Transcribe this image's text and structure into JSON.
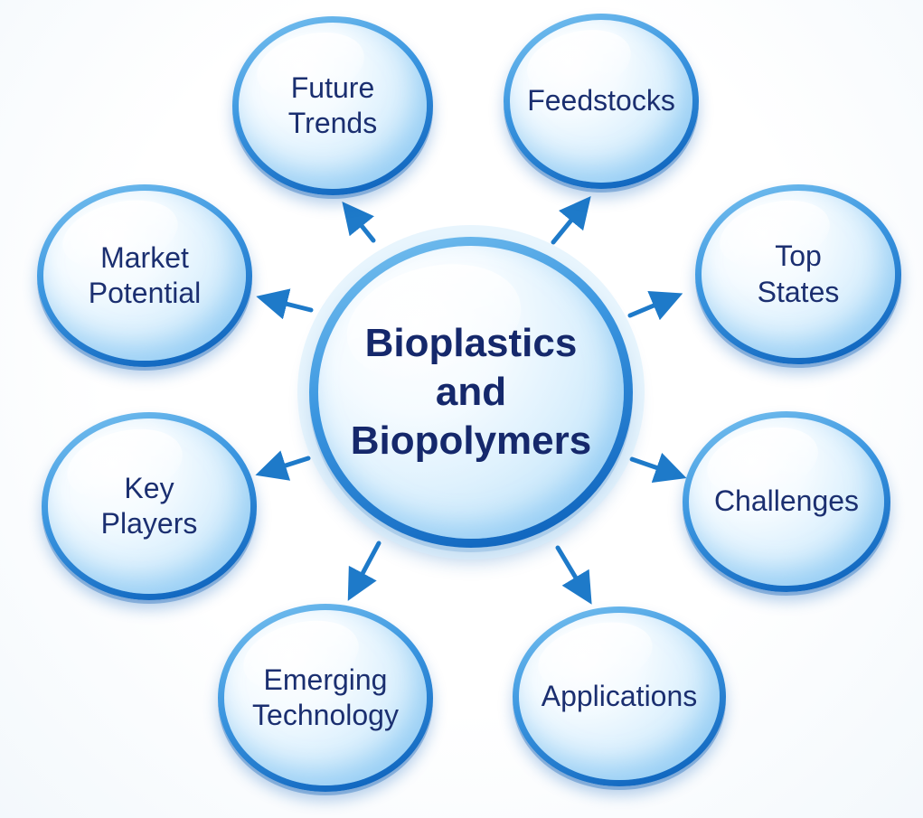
{
  "diagram": {
    "type": "mindmap",
    "center": {
      "label": "Bioplastics\nand\nBiopolymers"
    },
    "nodes": [
      {
        "id": "future-trends",
        "label": "Future\nTrends"
      },
      {
        "id": "feedstocks",
        "label": "Feedstocks"
      },
      {
        "id": "top-states",
        "label": "Top\nStates"
      },
      {
        "id": "challenges",
        "label": "Challenges"
      },
      {
        "id": "applications",
        "label": "Applications"
      },
      {
        "id": "emerging-technology",
        "label": "Emerging\nTechnology"
      },
      {
        "id": "key-players",
        "label": "Key\nPlayers"
      },
      {
        "id": "market-potential",
        "label": "Market\nPotential"
      }
    ],
    "colors": {
      "text_color": "#1b2f70",
      "center_text_color": "#15286b",
      "arrow_color": "#1e7ac9",
      "rim_light": "#7cc4f0",
      "rim_mid": "#3b96e0",
      "rim_dark": "#1268c0"
    }
  }
}
